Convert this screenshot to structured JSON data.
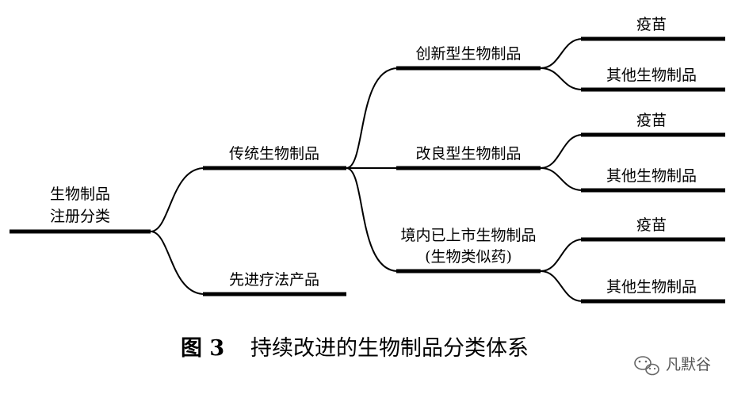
{
  "diagram": {
    "root": {
      "line1": "生物制品",
      "line2": "注册分类"
    },
    "traditional": "传统生物制品",
    "advanced": "先进疗法产品",
    "innovative": "创新型生物制品",
    "improved": "改良型生物制品",
    "marketed": {
      "line1": "境内已上市生物制品",
      "line2": "(生物类似药)"
    },
    "leaf_vaccine_1": "疫苗",
    "leaf_other_1": "其他生物制品",
    "leaf_vaccine_2": "疫苗",
    "leaf_other_2": "其他生物制品",
    "leaf_vaccine_3": "疫苗",
    "leaf_other_3": "其他生物制品"
  },
  "caption": {
    "label": "图 3",
    "title": "持续改进的生物制品分类体系"
  },
  "watermark": {
    "icon": "wechat-icon",
    "text": "凡默谷"
  }
}
